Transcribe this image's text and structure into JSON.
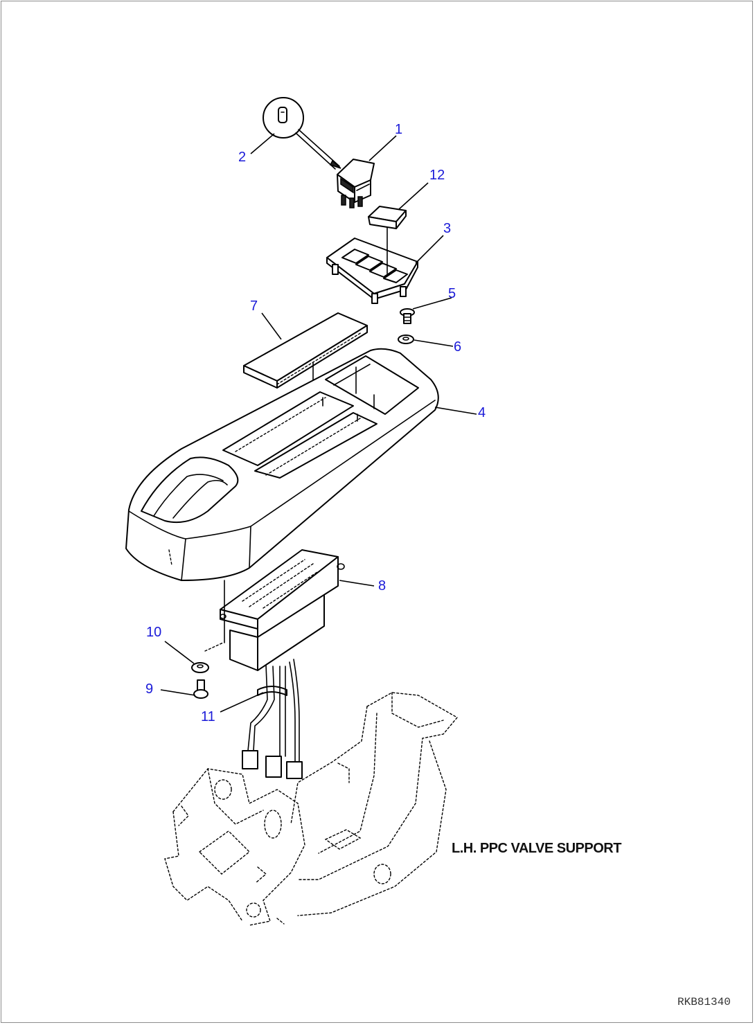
{
  "callouts": {
    "c1": "1",
    "c2": "2",
    "c3": "3",
    "c4": "4",
    "c5": "5",
    "c6": "6",
    "c7": "7",
    "c8": "8",
    "c9": "9",
    "c10": "10",
    "c11": "11",
    "c12": "12"
  },
  "section_label": "L.H. PPC VALVE SUPPORT",
  "drawing_code": "RKB81340",
  "colors": {
    "callout": "#1a1ad8",
    "line": "#000000",
    "frame": "#8c8c8c"
  }
}
